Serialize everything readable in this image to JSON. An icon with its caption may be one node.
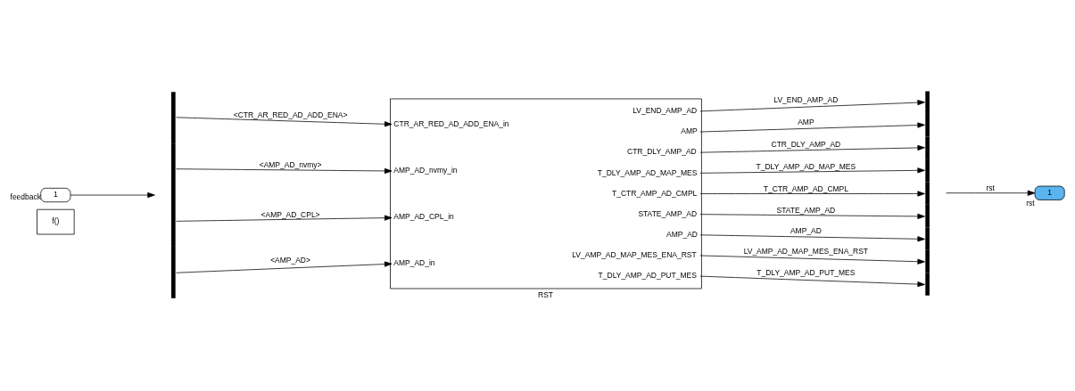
{
  "diagram": {
    "nodes": [
      {
        "text": [
          "f()"
        ]
      },
      {
        "text": [
          "1"
        ],
        "beside": [
          "feedback"
        ]
      },
      {
        "text": [],
        "shape": "bar"
      },
      {
        "text": [
          "CTR_AR_RED_AD_ADD_ENA_in",
          "AMP_AD_nvmy_in",
          "AMP_AD_CPL_in",
          "AMP_AD_in",
          "LV_END_AMP_AD",
          "AMP",
          "CTR_DLY_AMP_AD",
          "T_DLY_AMP_AD_MAP_MES",
          "T_CTR_AMP_AD_CMPL",
          "STATE_AMP_AD",
          "AMP_AD",
          "LV_AMP_AD_MAP_MES_ENA_RST",
          "T_DLY_AMP_AD_PUT_MES",
          "RST"
        ]
      },
      {
        "text": [],
        "shape": "bar"
      },
      {
        "text": [
          "1"
        ],
        "beside": [
          "rst"
        ]
      }
    ],
    "edges": [
      {
        "from": 1,
        "to": 2,
        "arrow": "to"
      },
      {
        "from": 2,
        "to": 3,
        "arrow": "to",
        "label": "<CTR_AR_RED_AD_ADD_ENA>"
      },
      {
        "from": 2,
        "to": 3,
        "arrow": "to",
        "label": "<AMP_AD_nvmy>"
      },
      {
        "from": 2,
        "to": 3,
        "arrow": "to",
        "label": "<AMP_AD_CPL>"
      },
      {
        "from": 2,
        "to": 3,
        "arrow": "to",
        "label": "<AMP_AD>"
      },
      {
        "from": 3,
        "to": 4,
        "arrow": "to",
        "label": "LV_END_AMP_AD"
      },
      {
        "from": 3,
        "to": 4,
        "arrow": "to",
        "label": "AMP"
      },
      {
        "from": 3,
        "to": 4,
        "arrow": "to",
        "label": "CTR_DLY_AMP_AD"
      },
      {
        "from": 3,
        "to": 4,
        "arrow": "to",
        "label": "T_DLY_AMP_AD_MAP_MES"
      },
      {
        "from": 3,
        "to": 4,
        "arrow": "to",
        "label": "T_CTR_AMP_AD_CMPL"
      },
      {
        "from": 3,
        "to": 4,
        "arrow": "to",
        "label": "STATE_AMP_AD"
      },
      {
        "from": 3,
        "to": 4,
        "arrow": "to",
        "label": "AMP_AD"
      },
      {
        "from": 3,
        "to": 4,
        "arrow": "to",
        "label": "LV_AMP_AD_MAP_MES_ENA_RST"
      },
      {
        "from": 3,
        "to": 4,
        "arrow": "to",
        "label": "T_DLY_AMP_AD_PUT_MES"
      },
      {
        "from": 4,
        "to": 5,
        "arrow": "to",
        "label": "rst"
      }
    ]
  }
}
